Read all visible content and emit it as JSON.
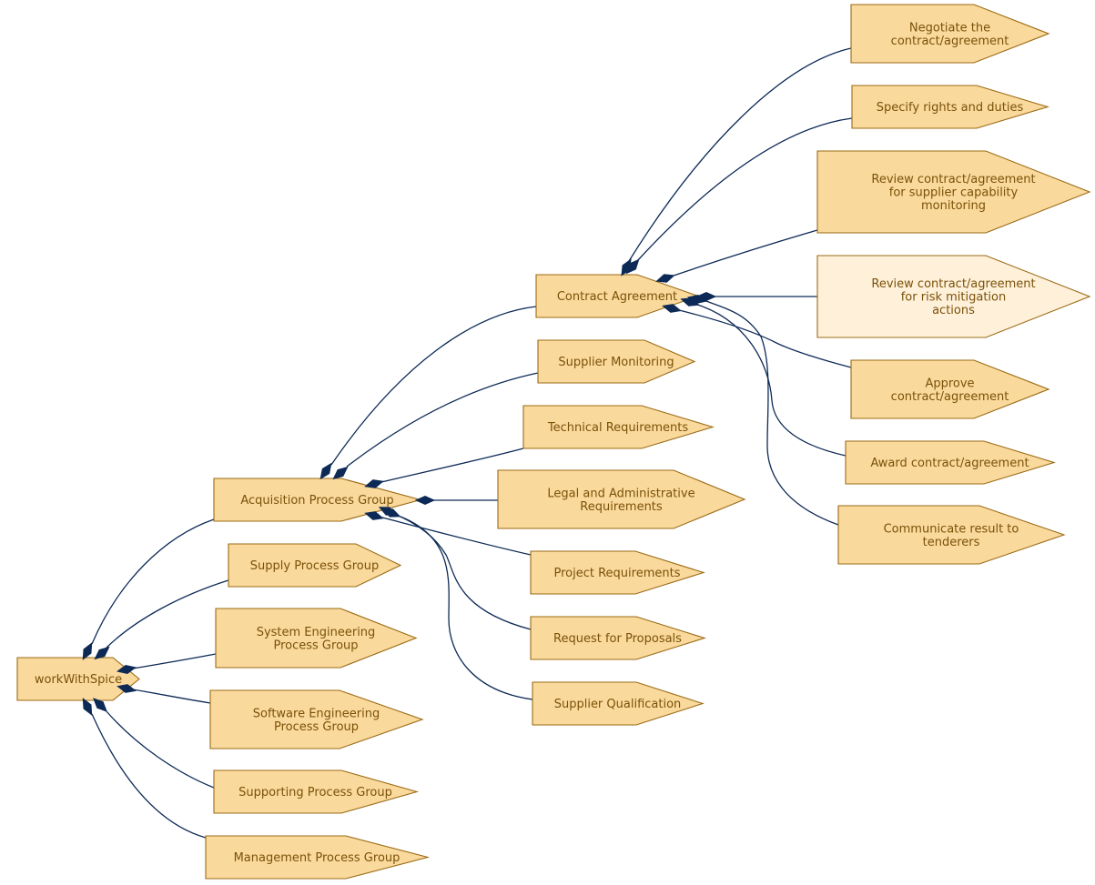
{
  "diagram": {
    "root": "workWithSpice",
    "groups": [
      "Acquisition Process Group",
      "Supply Process Group",
      "System Engineering\nProcess Group",
      "Software Engineering\nProcess Group",
      "Supporting Process Group",
      "Management Process Group"
    ],
    "acquisition_children": [
      "Contract Agreement",
      "Supplier Monitoring",
      "Technical Requirements",
      "Legal and Administrative\nRequirements",
      "Project Requirements",
      "Request for Proposals",
      "Supplier Qualification"
    ],
    "contract_children": [
      "Negotiate the\ncontract/agreement",
      "Specify rights and duties",
      "Review contract/agreement\nfor supplier capability\nmonitoring",
      "Review contract/agreement\nfor risk mitigation\nactions",
      "Approve\ncontract/agreement",
      "Award contract/agreement",
      "Communicate result to\ntenderers"
    ],
    "colors": {
      "node_fill": "#fad99c",
      "node_fill_highlight": "#fff0d9",
      "node_border": "#9b6b16",
      "text": "#7a5209",
      "edge": "#0d2a56"
    }
  }
}
